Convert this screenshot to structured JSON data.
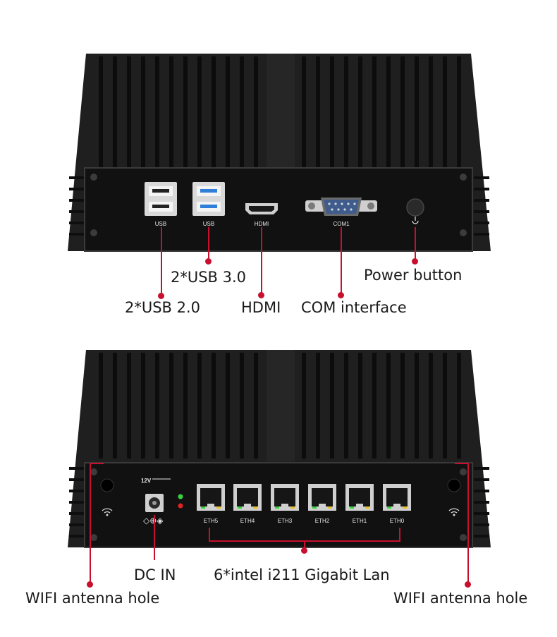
{
  "top_view": {
    "ports": {
      "usb_a": "USB",
      "usb_b": "USB",
      "hdmi": "HDMI",
      "com": "COM1"
    },
    "callouts": {
      "usb3": "2*USB 3.0",
      "usb2": "2*USB 2.0",
      "hdmi": "HDMI",
      "com": "COM interface",
      "power": "Power button"
    }
  },
  "bottom_view": {
    "ports": {
      "voltage": "12V",
      "eth": [
        "ETH5",
        "ETH4",
        "ETH3",
        "ETH2",
        "ETH1",
        "ETH0"
      ]
    },
    "callouts": {
      "dc_in": "DC IN",
      "lan": "6*intel i211 Gigabit Lan",
      "wifi_left": "WIFI antenna hole",
      "wifi_right": "WIFI antenna hole"
    }
  },
  "colors": {
    "leader": "#c8102e",
    "chassis": "#1c1c1c",
    "panel": "#111111",
    "usb3_accent": "#2f7fd8",
    "led_green": "#37d33f",
    "led_red": "#e52222"
  }
}
